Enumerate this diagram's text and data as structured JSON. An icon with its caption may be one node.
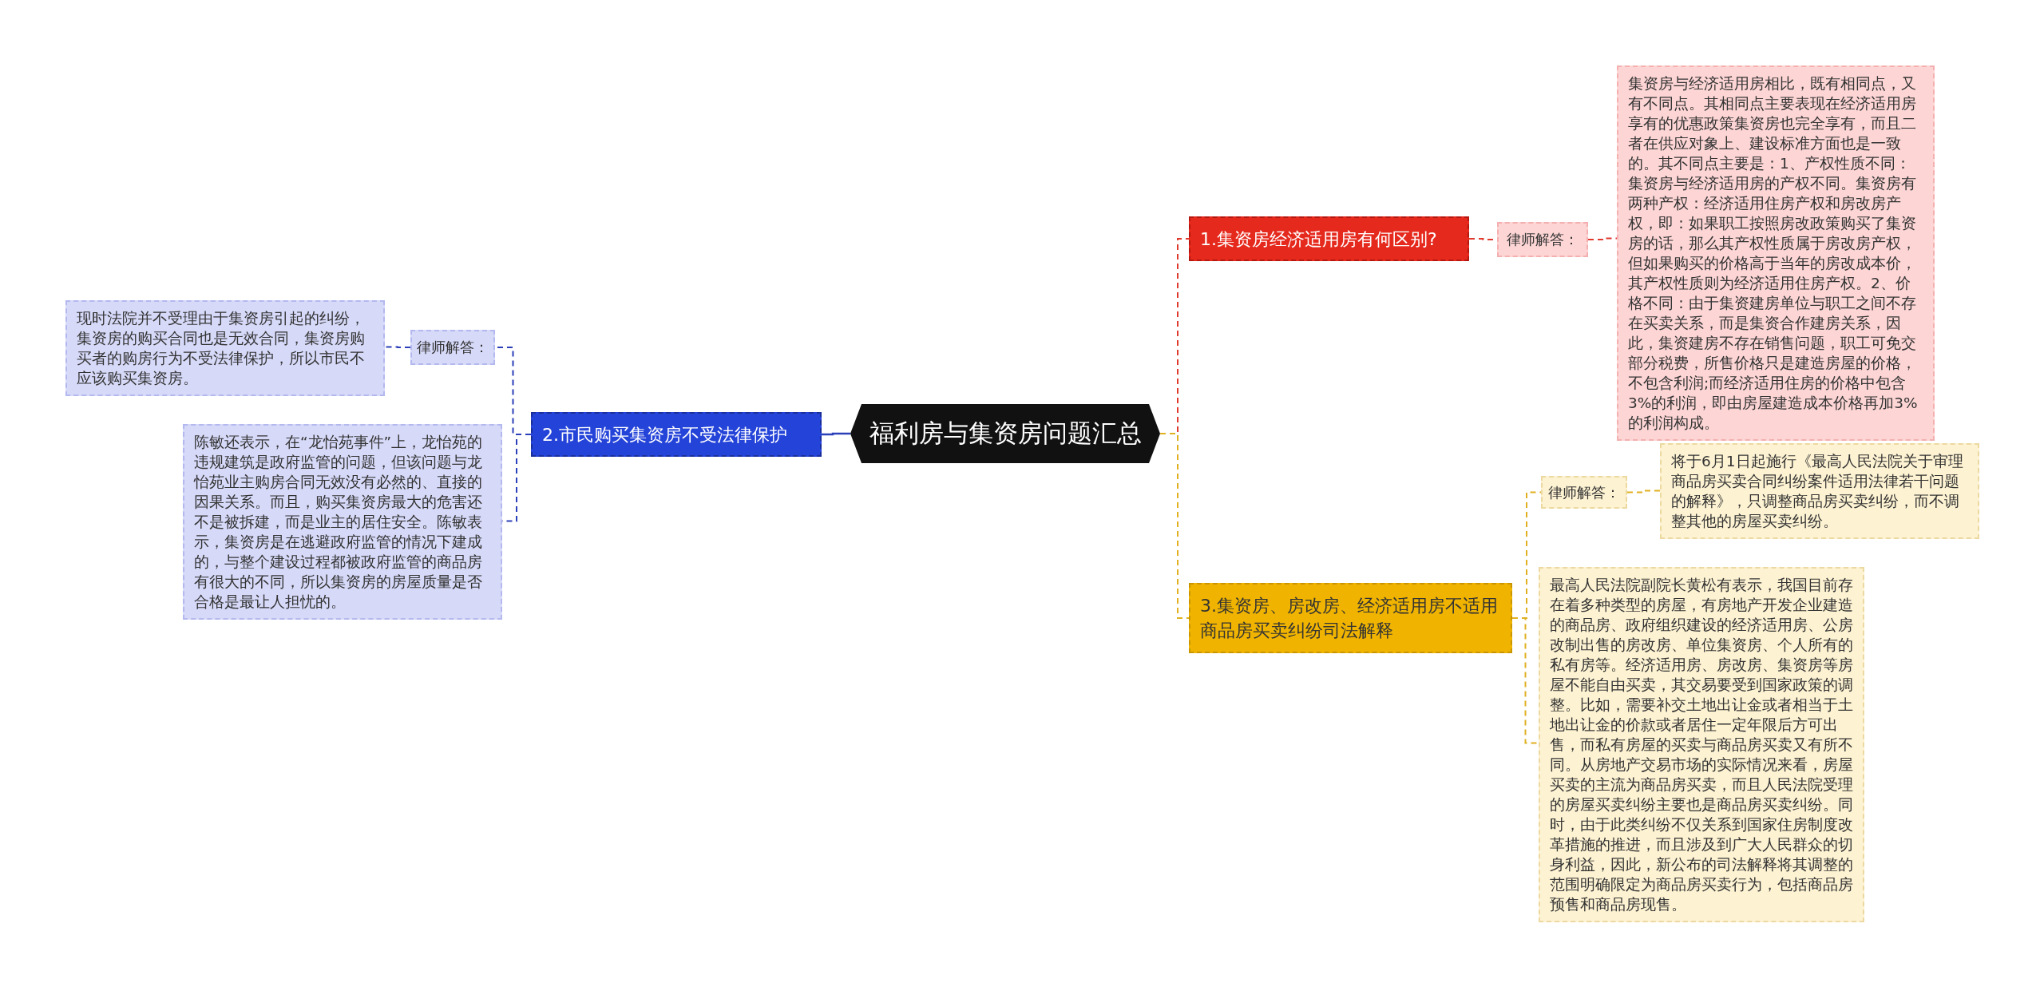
{
  "diagram": {
    "nodes": [
      {
        "text": [
          "福利房与集资房问题汇总"
        ]
      },
      {
        "text": [
          "1.集资房经济适用房有何区别?"
        ]
      },
      {
        "text": [
          "律师解答："
        ]
      },
      {
        "text": [
          "集资房与经济适用房相比，既有相同点，又有不同点。其相同点主要表现在经济适用房享有的优惠政策集资房也完全享有，而且二者在供应对象上、建设标准方面也是一致的。其不同点主要是：1、产权性质不同：集资房与经济适用房的产权不同。集资房有两种产权：经济适用住房产权和房改房产权，即：如果职工按照房改政策购买了集资房的话，那么其产权性质属于房改房产权，但如果购买的价格高于当年的房改成本价，其产权性质则为经济适用住房产权。2、价格不同：由于集资建房单位与职工之间不存在买卖关系，而是集资合作建房关系，因此，集资建房不存在销售问题，职工可免交部分税费，所售价格只是建造房屋的价格，不包含利润;而经济适用住房的价格中包含3%的利润，即由房屋建造成本价格再加3%的利润构成。"
        ]
      },
      {
        "text": [
          "2.市民购买集资房不受法律保护"
        ]
      },
      {
        "text": [
          "律师解答："
        ]
      },
      {
        "text": [
          "现时法院并不受理由于集资房引起的纠纷，集资房的购买合同也是无效合同，集资房购买者的购房行为不受法律保护，所以市民不应该购买集资房。"
        ]
      },
      {
        "text": [
          "陈敏还表示，在“龙怡苑事件”上，龙怡苑的违规建筑是政府监管的问题，但该问题与龙怡苑业主购房合同无效没有必然的、直接的因果关系。而且，购买集资房最大的危害还不是被拆建，而是业主的居住安全。陈敏表示，集资房是在逃避政府监管的情况下建成的，与整个建设过程都被政府监管的商品房有很大的不同，所以集资房的房屋质量是否合格是最让人担忧的。"
        ]
      },
      {
        "text": [
          "3.集资房、房改房、经济适用房不适用商品房买卖纠纷司法解释"
        ]
      },
      {
        "text": [
          "律师解答："
        ]
      },
      {
        "text": [
          "将于6月1日起施行《最高人民法院关于审理商品房买卖合同纠纷案件适用法律若干问题的解释》，只调整商品房买卖纠纷，而不调整其他的房屋买卖纠纷。"
        ]
      },
      {
        "text": [
          "最高人民法院副院长黄松有表示，我国目前存在着多种类型的房屋，有房地产开发企业建造的商品房、政府组织建设的经济适用房、公房改制出售的房改房、单位集资房、个人所有的私有房等。经济适用房、房改房、集资房等房屋不能自由买卖，其交易要受到国家政策的调整。比如，需要补交土地出让金或者相当于土地出让金的价款或者居住一定年限后方可出售，而私有房屋的买卖与商品房买卖又有所不同。从房地产交易市场的实际情况来看，房屋买卖的主流为商品房买卖，而且人民法院受理的房屋买卖纠纷主要也是商品房买卖纠纷。同时，由于此类纠纷不仅关系到国家住房制度改革措施的推进，而且涉及到广大人民群众的切身利益，因此，新公布的司法解释将其调整的范围明确限定为商品房买卖行为，包括商品房预售和商品房现售。"
        ]
      }
    ],
    "edges": [
      {
        "from": 0,
        "to": 1,
        "arrow": "none",
        "style": "dashed",
        "color": "#e0392e"
      },
      {
        "from": 1,
        "to": 2,
        "arrow": "none",
        "style": "dashed",
        "color": "#e0392e"
      },
      {
        "from": 2,
        "to": 3,
        "arrow": "none",
        "style": "dashed",
        "color": "#e0392e"
      },
      {
        "from": 0,
        "to": 4,
        "arrow": "none",
        "color": "#2b3fb8"
      },
      {
        "from": 4,
        "to": 5,
        "arrow": "none",
        "style": "dashed",
        "color": "#2b3fb8"
      },
      {
        "from": 5,
        "to": 6,
        "arrow": "none",
        "style": "dashed",
        "color": "#2b3fb8"
      },
      {
        "from": 4,
        "to": 7,
        "arrow": "none",
        "style": "dashed",
        "color": "#2b3fb8"
      },
      {
        "from": 0,
        "to": 8,
        "arrow": "none",
        "style": "dashed",
        "color": "#e0b020"
      },
      {
        "from": 8,
        "to": 9,
        "arrow": "none",
        "style": "dashed",
        "color": "#e0b020"
      },
      {
        "from": 9,
        "to": 10,
        "arrow": "none",
        "style": "dashed",
        "color": "#e0b020"
      },
      {
        "from": 8,
        "to": 11,
        "arrow": "none",
        "style": "dashed",
        "color": "#e0b020"
      }
    ]
  }
}
